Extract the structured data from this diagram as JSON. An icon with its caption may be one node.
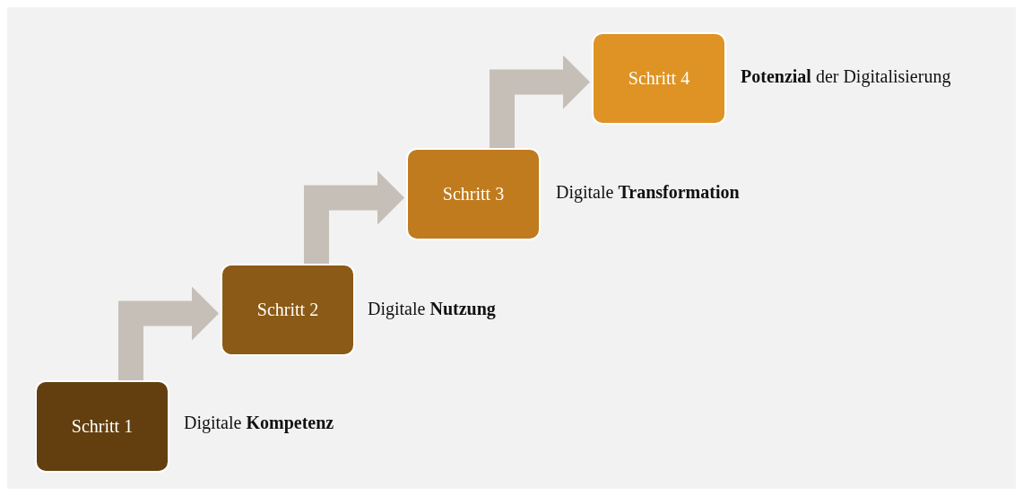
{
  "diagram": {
    "nodes": [
      {
        "text": [
          "Schritt 1"
        ],
        "beside": [
          "Digitale **Kompetenz**"
        ]
      },
      {
        "text": [
          "Schritt 2"
        ],
        "beside": [
          "Digitale **Nutzung**"
        ]
      },
      {
        "text": [
          "Schritt 3"
        ],
        "beside": [
          "Digitale **Transformation**"
        ]
      },
      {
        "text": [
          "Schritt 4"
        ],
        "beside": [
          "**Potenzial** der Digitalisierung"
        ]
      }
    ],
    "edges": [
      {
        "from": 0,
        "to": 1,
        "arrow": "to"
      },
      {
        "from": 1,
        "to": 2,
        "arrow": "to"
      },
      {
        "from": 2,
        "to": 3,
        "arrow": "to"
      }
    ]
  }
}
